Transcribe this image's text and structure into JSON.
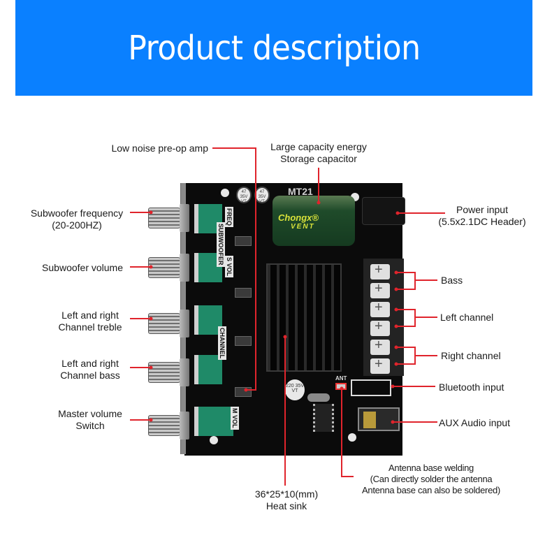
{
  "header": {
    "title": "Product description"
  },
  "board": {
    "model": "MT21",
    "capacitor_brand": "Chongx®",
    "capacitor_vent": "VENT",
    "small_cap_text": "47 35V VT",
    "filter_cap_text": "220 35V VT",
    "ant_label": "ANT",
    "silkscreen": {
      "freq": "FREQ",
      "subwoofer": "SUBWOOFER",
      "s_vol": "S VOL",
      "channel": "CHANNEL",
      "m_vol": "M VOL"
    }
  },
  "callouts": {
    "low_noise_preamp": "Low noise pre-op amp",
    "storage_capacitor": [
      "Large capacity energy",
      "Storage capacitor"
    ],
    "subwoofer_frequency": [
      "Subwoofer frequency",
      "(20-200HZ)"
    ],
    "subwoofer_volume": "Subwoofer volume",
    "channel_treble": [
      "Left and right",
      "Channel treble"
    ],
    "channel_bass": [
      "Left and right",
      "Channel bass"
    ],
    "master_volume": [
      "Master volume",
      "Switch"
    ],
    "power_input": [
      "Power input",
      "(5.5x2.1DC Header)"
    ],
    "bass": "Bass",
    "left_channel": "Left channel",
    "right_channel": "Right channel",
    "bluetooth_input": "Bluetooth input",
    "aux_input": "AUX Audio input",
    "heat_sink": [
      "36*25*10(mm)",
      "Heat sink"
    ],
    "antenna": [
      "Antenna base welding",
      "(Can directly solder the antenna",
      "Antenna base can also be soldered)"
    ]
  },
  "colors": {
    "banner": "#0a80ff",
    "callout_line": "#e0242c",
    "pot_green": "#1f8a68",
    "board": "#0b0b0b"
  }
}
